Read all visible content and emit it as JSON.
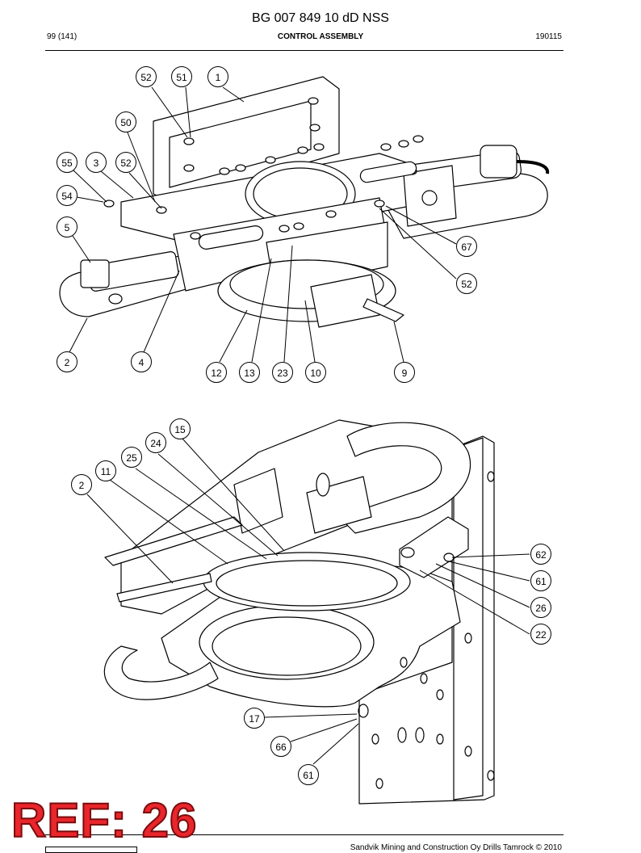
{
  "header": {
    "doc_title": "BG 007 849 10 dD NSS",
    "page": "99 (141)",
    "section": "CONTROL ASSEMBLY",
    "date_code": "190115"
  },
  "ref_label": "REF: 26",
  "footer": {
    "copyright": "Sandvik Mining and Construction Oy Drills Tamrock © 2010"
  },
  "top_view": {
    "callouts": [
      "52",
      "51",
      "1",
      "50",
      "55",
      "3",
      "52",
      "54",
      "5",
      "67",
      "52",
      "2",
      "4",
      "12",
      "13",
      "23",
      "10",
      "9"
    ]
  },
  "bottom_view": {
    "callouts": [
      "15",
      "24",
      "25",
      "11",
      "2",
      "62",
      "61",
      "26",
      "22",
      "17",
      "66",
      "61"
    ]
  }
}
